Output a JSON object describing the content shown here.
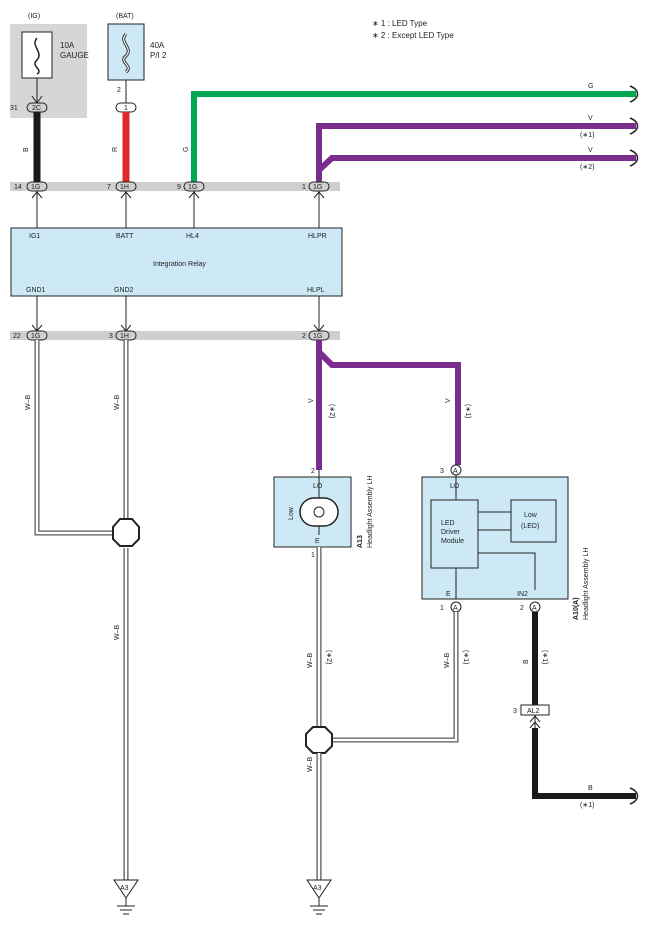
{
  "notes": [
    "∗ 1 : LED Type",
    "∗ 2 : Except LED Type"
  ],
  "fuses": {
    "ig": {
      "supply": "(IG)",
      "rating": "10A",
      "name": "GAUGE",
      "pin": "31",
      "connector": "2C"
    },
    "bat": {
      "supply": "(BAT)",
      "rating": "40A",
      "name": "P/I 2",
      "pin": "2",
      "connector": "1"
    }
  },
  "wires": {
    "ig_color": "B",
    "bat_color": "R",
    "hl4_color": "G",
    "v_led": "V",
    "v_led_note": "(∗1)",
    "v_nonled": "V",
    "v_nonled_note": "(∗2)",
    "gnd1_color": "W–B",
    "gnd2_color": "W–B",
    "gnd_joined": "W–B",
    "lo_nonled": "V",
    "lo_nonled_note": "(∗2)",
    "lo_led": "V",
    "lo_led_note": "(∗1)",
    "a13_e": "W–B",
    "a13_e_note": "(∗2)",
    "a10_e": "W–B",
    "a10_e_note": "(∗1)",
    "a3_right": "W–B",
    "in2": "B",
    "in2_note": "(∗1)",
    "bottom_b": "B",
    "bottom_b_note": "(∗1)"
  },
  "relay_connectors_top": [
    {
      "pin": "14",
      "conn": "1G"
    },
    {
      "pin": "7",
      "conn": "1H"
    },
    {
      "pin": "9",
      "conn": "1G"
    },
    {
      "pin": "1",
      "conn": "1G"
    }
  ],
  "relay_connectors_bottom": [
    {
      "pin": "22",
      "conn": "1G"
    },
    {
      "pin": "3",
      "conn": "1H"
    },
    {
      "pin": "2",
      "conn": "1G"
    }
  ],
  "relay": {
    "title": "Integration Relay",
    "pins_top": [
      "IG1",
      "BATT",
      "HL4",
      "HLPR"
    ],
    "pins_bottom": [
      "GND1",
      "GND2",
      "HLPL"
    ]
  },
  "a13": {
    "code": "A13",
    "name": "Headlight Assembly LH",
    "lo_pin_num": "2",
    "lo": "LO",
    "lamp": "Low",
    "e": "E",
    "e_pin_num": "1"
  },
  "a10": {
    "code": "A10(A)",
    "name": "Headlight Assembly LH",
    "lo_pin_num": "3",
    "lo_conn": "A",
    "lo": "LO",
    "module": [
      "LED",
      "Driver",
      "Module"
    ],
    "low_led": [
      "Low",
      "(LED)"
    ],
    "e": "E",
    "e_pin_num": "1",
    "e_conn": "A",
    "in2": "IN2",
    "in2_pin_num": "2",
    "in2_conn": "A"
  },
  "al2": {
    "pin": "3",
    "conn": "AL2"
  },
  "grounds": {
    "left": "A3",
    "right": "A3"
  },
  "colors": {
    "black": "#1a1a1a",
    "red": "#e1262b",
    "green": "#00a651",
    "purple": "#7b2d8e",
    "component_fill": "#cde9f6",
    "fuse_bg": "#d6d6d6",
    "bar": "#cfcfcf"
  }
}
